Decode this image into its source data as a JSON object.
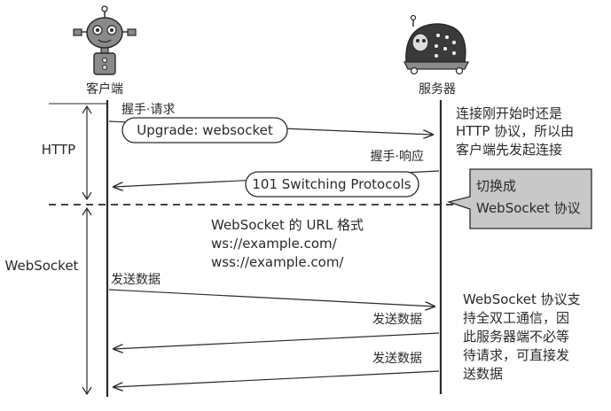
{
  "actors": {
    "client_label": "客户端",
    "server_label": "服务器"
  },
  "phases": {
    "http_label": "HTTP",
    "websocket_label": "WebSocket"
  },
  "messages": {
    "handshake_request_label": "握手·请求",
    "upgrade_box_text": "Upgrade: websocket",
    "handshake_response_label": "握手·响应",
    "switching_box_text": "101 Switching Protocols",
    "send_data_1": "发送数据",
    "send_data_2": "发送数据",
    "send_data_3": "发送数据"
  },
  "url_format": {
    "title": "WebSocket 的 URL 格式",
    "ws_example": "ws://example.com/",
    "wss_example": "wss://example.com/"
  },
  "notes": {
    "connection_note": [
      "连接刚开始时还是",
      "HTTP 协议，所以由",
      "客户端先发起连接"
    ],
    "switch_callout": [
      "切换成",
      "WebSocket 协议"
    ],
    "duplex_note": [
      "WebSocket 协议支",
      "持全双工通信，因",
      "此服务器端不必等",
      "待请求，可直接发",
      "送数据"
    ]
  },
  "colors": {
    "line": "#2a2a2a",
    "callout_fill": "#c8c8c8",
    "robot_body": "#8a8a8a",
    "robot_face": "#dcdcdc",
    "server_shell": "#3a3a3a"
  },
  "icons": {
    "client": "client-robot-icon",
    "server": "server-robot-icon"
  }
}
